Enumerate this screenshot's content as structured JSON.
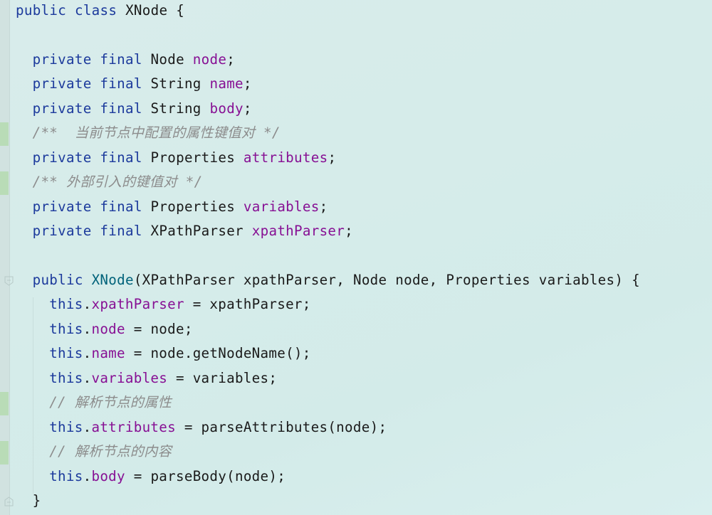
{
  "editor": {
    "colors": {
      "keyword": "#1c3a9c",
      "field": "#871094",
      "comment": "#8c8c8c",
      "method_decl": "#00627a",
      "text": "#1a1a1a",
      "background": "#d6ecea",
      "change_marker": "#b9dcb7"
    },
    "lines": [
      {
        "indent": 0,
        "tokens": [
          {
            "t": "kw",
            "v": "public class "
          },
          {
            "t": "plain",
            "v": "XNode {"
          }
        ]
      },
      {
        "indent": 0,
        "tokens": []
      },
      {
        "indent": 1,
        "tokens": [
          {
            "t": "kw",
            "v": "private final "
          },
          {
            "t": "plain",
            "v": "Node "
          },
          {
            "t": "fld",
            "v": "node"
          },
          {
            "t": "plain",
            "v": ";"
          }
        ]
      },
      {
        "indent": 1,
        "tokens": [
          {
            "t": "kw",
            "v": "private final "
          },
          {
            "t": "plain",
            "v": "String "
          },
          {
            "t": "fld",
            "v": "name"
          },
          {
            "t": "plain",
            "v": ";"
          }
        ]
      },
      {
        "indent": 1,
        "tokens": [
          {
            "t": "kw",
            "v": "private final "
          },
          {
            "t": "plain",
            "v": "String "
          },
          {
            "t": "fld",
            "v": "body"
          },
          {
            "t": "plain",
            "v": ";"
          }
        ]
      },
      {
        "indent": 1,
        "tokens": [
          {
            "t": "cm",
            "v": "/**  当前节点中配置的属性键值对 */"
          }
        ]
      },
      {
        "indent": 1,
        "tokens": [
          {
            "t": "kw",
            "v": "private final "
          },
          {
            "t": "plain",
            "v": "Properties "
          },
          {
            "t": "fld",
            "v": "attributes"
          },
          {
            "t": "plain",
            "v": ";"
          }
        ]
      },
      {
        "indent": 1,
        "tokens": [
          {
            "t": "cm",
            "v": "/** 外部引入的键值对 */"
          }
        ]
      },
      {
        "indent": 1,
        "tokens": [
          {
            "t": "kw",
            "v": "private final "
          },
          {
            "t": "plain",
            "v": "Properties "
          },
          {
            "t": "fld",
            "v": "variables"
          },
          {
            "t": "plain",
            "v": ";"
          }
        ]
      },
      {
        "indent": 1,
        "tokens": [
          {
            "t": "kw",
            "v": "private final "
          },
          {
            "t": "plain",
            "v": "XPathParser "
          },
          {
            "t": "fld",
            "v": "xpathParser"
          },
          {
            "t": "plain",
            "v": ";"
          }
        ]
      },
      {
        "indent": 0,
        "tokens": []
      },
      {
        "indent": 1,
        "tokens": [
          {
            "t": "kw",
            "v": "public "
          },
          {
            "t": "fn",
            "v": "XNode"
          },
          {
            "t": "plain",
            "v": "(XPathParser xpathParser, Node node, Properties variables) {"
          }
        ]
      },
      {
        "indent": 2,
        "tokens": [
          {
            "t": "kw",
            "v": "this"
          },
          {
            "t": "plain",
            "v": "."
          },
          {
            "t": "fld",
            "v": "xpathParser"
          },
          {
            "t": "plain",
            "v": " = xpathParser;"
          }
        ]
      },
      {
        "indent": 2,
        "tokens": [
          {
            "t": "kw",
            "v": "this"
          },
          {
            "t": "plain",
            "v": "."
          },
          {
            "t": "fld",
            "v": "node"
          },
          {
            "t": "plain",
            "v": " = node;"
          }
        ]
      },
      {
        "indent": 2,
        "tokens": [
          {
            "t": "kw",
            "v": "this"
          },
          {
            "t": "plain",
            "v": "."
          },
          {
            "t": "fld",
            "v": "name"
          },
          {
            "t": "plain",
            "v": " = node.getNodeName();"
          }
        ]
      },
      {
        "indent": 2,
        "tokens": [
          {
            "t": "kw",
            "v": "this"
          },
          {
            "t": "plain",
            "v": "."
          },
          {
            "t": "fld",
            "v": "variables"
          },
          {
            "t": "plain",
            "v": " = variables;"
          }
        ]
      },
      {
        "indent": 2,
        "tokens": [
          {
            "t": "cm",
            "v": "// 解析节点的属性"
          }
        ]
      },
      {
        "indent": 2,
        "tokens": [
          {
            "t": "kw",
            "v": "this"
          },
          {
            "t": "plain",
            "v": "."
          },
          {
            "t": "fld",
            "v": "attributes"
          },
          {
            "t": "plain",
            "v": " = parseAttributes(node);"
          }
        ]
      },
      {
        "indent": 2,
        "tokens": [
          {
            "t": "cm",
            "v": "// 解析节点的内容"
          }
        ]
      },
      {
        "indent": 2,
        "tokens": [
          {
            "t": "kw",
            "v": "this"
          },
          {
            "t": "plain",
            "v": "."
          },
          {
            "t": "fld",
            "v": "body"
          },
          {
            "t": "plain",
            "v": " = parseBody(node);"
          }
        ]
      },
      {
        "indent": 1,
        "tokens": [
          {
            "t": "plain",
            "v": "}"
          }
        ]
      }
    ],
    "change_markers": [
      5,
      7,
      16,
      18
    ],
    "fold_markers": [
      {
        "line": 11,
        "type": "fold-start"
      },
      {
        "line": 20,
        "type": "fold-end"
      }
    ]
  }
}
